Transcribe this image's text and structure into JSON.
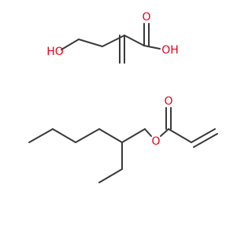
{
  "colors": {
    "bond": "#3a3a3a",
    "oxygen": "#e8001c"
  },
  "molecule_1": {
    "hydroxyl_label": "HO",
    "carbonyl_oxygen_label": "O",
    "acid_oxygen_label": "OH"
  },
  "molecule_2": {
    "ester_oxygen_label": "O",
    "carbonyl_oxygen_label": "O"
  }
}
